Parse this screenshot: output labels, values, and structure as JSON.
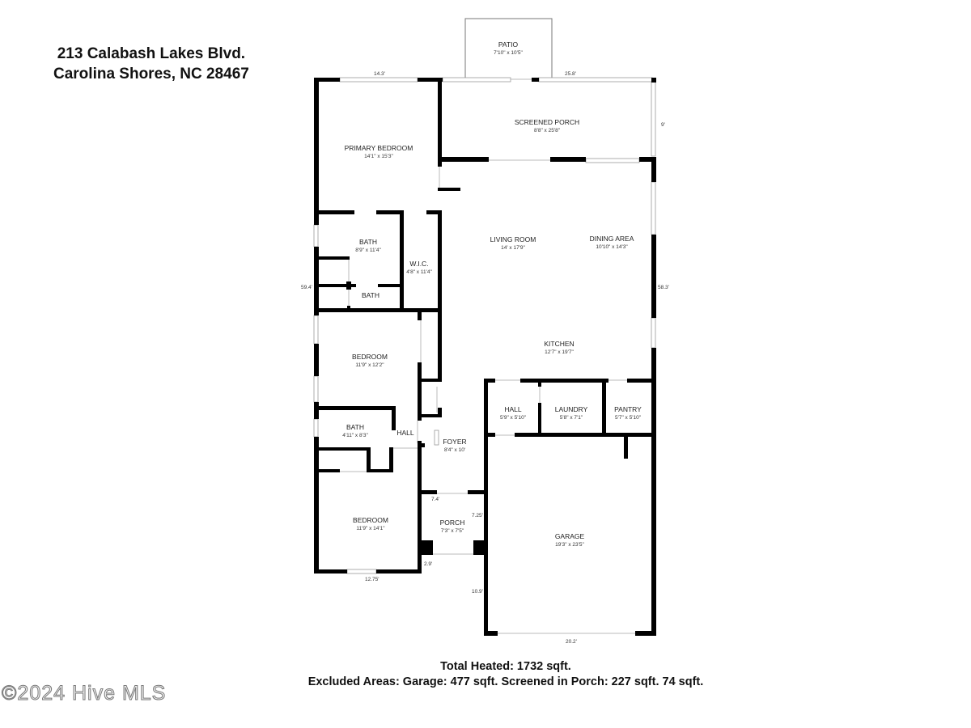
{
  "header": {
    "address_line1": "213 Calabash Lakes Blvd.",
    "address_line2": "Carolina Shores, NC 28467"
  },
  "rooms": {
    "patio": {
      "name": "PATIO",
      "dims": "7'10\" x 10'5\""
    },
    "screened_porch": {
      "name": "SCREENED PORCH",
      "dims": "8'8\" x 25'8\""
    },
    "primary_bedroom": {
      "name": "PRIMARY BEDROOM",
      "dims": "14'1\" x 15'3\""
    },
    "bath_primary": {
      "name": "BATH",
      "dims": "8'9\" x 11'4\""
    },
    "wic": {
      "name": "W.I.C.",
      "dims": "4'8\" x 11'4\""
    },
    "bath_small": {
      "name": "BATH"
    },
    "living_room": {
      "name": "LIVING ROOM",
      "dims": "14' x 17'9\""
    },
    "dining_area": {
      "name": "DINING AREA",
      "dims": "10'10\" x 14'3\""
    },
    "kitchen": {
      "name": "KITCHEN",
      "dims": "12'7\" x 19'7\""
    },
    "bedroom2": {
      "name": "BEDROOM",
      "dims": "11'9\" x 12'2\""
    },
    "bath2": {
      "name": "BATH",
      "dims": "4'11\" x 8'3\""
    },
    "hall_west": {
      "name": "HALL"
    },
    "foyer": {
      "name": "FOYER",
      "dims": "8'4\" x 10'"
    },
    "hall_east": {
      "name": "HALL",
      "dims": "5'9\" x 5'10\""
    },
    "laundry": {
      "name": "LAUNDRY",
      "dims": "5'8\" x 7'1\""
    },
    "pantry": {
      "name": "PANTRY",
      "dims": "5'7\" x 5'10\""
    },
    "bedroom3": {
      "name": "BEDROOM",
      "dims": "11'9\" x 14'1\""
    },
    "porch": {
      "name": "PORCH",
      "dims": "7'3\" x 7'5\""
    },
    "garage": {
      "name": "GARAGE",
      "dims": "19'3\" x 23'5\""
    }
  },
  "dimensions": {
    "top_left": "14.3'",
    "top_right": "25.8'",
    "porch_right": "9'",
    "left_side": "59.4'",
    "right_side": "58.3'",
    "porch_left_width": "7.4'",
    "porch_right_height": "7.25'",
    "porch_gap": "2.9'",
    "bedroom_bottom": "12.75'",
    "garage_left": "10.9'",
    "garage_bottom": "20.2'"
  },
  "footer": {
    "total_heated": "Total Heated: 1732 sqft.",
    "excluded_areas": "Excluded Areas: Garage: 477 sqft. Screened in Porch: 227 sqft. 74 sqft."
  },
  "watermark": "©2024 Hive MLS",
  "colors": {
    "wall": "#000000",
    "background": "#ffffff",
    "window": "#ffffff",
    "window_stroke": "#999999"
  }
}
